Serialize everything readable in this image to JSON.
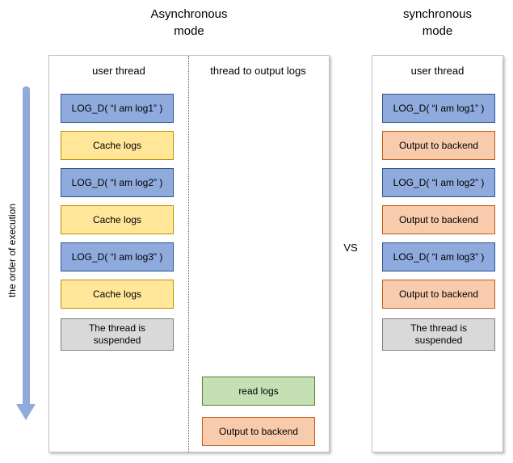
{
  "header": {
    "left_title_line1": "Asynchronous",
    "left_title_line2": "mode",
    "right_title_line1": "synchronous",
    "right_title_line2": "mode",
    "vs_label": "VS"
  },
  "axis": {
    "label": "the order of execution"
  },
  "left_panel": {
    "user_thread_header": "user thread",
    "output_thread_header": "thread to output logs",
    "user_thread_boxes": [
      {
        "label": "LOG_D( “I am log1” )",
        "type": "log"
      },
      {
        "label": "Cache logs",
        "type": "cache"
      },
      {
        "label": "LOG_D( “I am log2” )",
        "type": "log"
      },
      {
        "label": "Cache logs",
        "type": "cache"
      },
      {
        "label": "LOG_D( “I am log3” )",
        "type": "log"
      },
      {
        "label": "Cache logs",
        "type": "cache"
      },
      {
        "label": "The thread is suspended",
        "type": "suspended"
      }
    ],
    "output_thread_boxes": [
      {
        "label": "read logs",
        "type": "read"
      },
      {
        "label": "Output to backend",
        "type": "output"
      }
    ]
  },
  "right_panel": {
    "user_thread_header": "user thread",
    "boxes": [
      {
        "label": "LOG_D( “I am log1” )",
        "type": "log"
      },
      {
        "label": "Output to backend",
        "type": "output"
      },
      {
        "label": "LOG_D( “I am log2” )",
        "type": "log"
      },
      {
        "label": "Output to backend",
        "type": "output"
      },
      {
        "label": "LOG_D( “I am log3” )",
        "type": "log"
      },
      {
        "label": "Output to backend",
        "type": "output"
      },
      {
        "label": "The thread is suspended",
        "type": "suspended"
      }
    ]
  },
  "colors": {
    "log_fill": "#8FAADC",
    "log_border": "#2F5597",
    "cache_fill": "#FFE699",
    "cache_border": "#BF9000",
    "suspended_fill": "#D9D9D9",
    "suspended_border": "#7F7F7F",
    "read_fill": "#C5E0B4",
    "read_border": "#538135",
    "output_fill": "#F8CBAD",
    "output_border": "#C55A11",
    "arrow": "#8FAADC"
  }
}
